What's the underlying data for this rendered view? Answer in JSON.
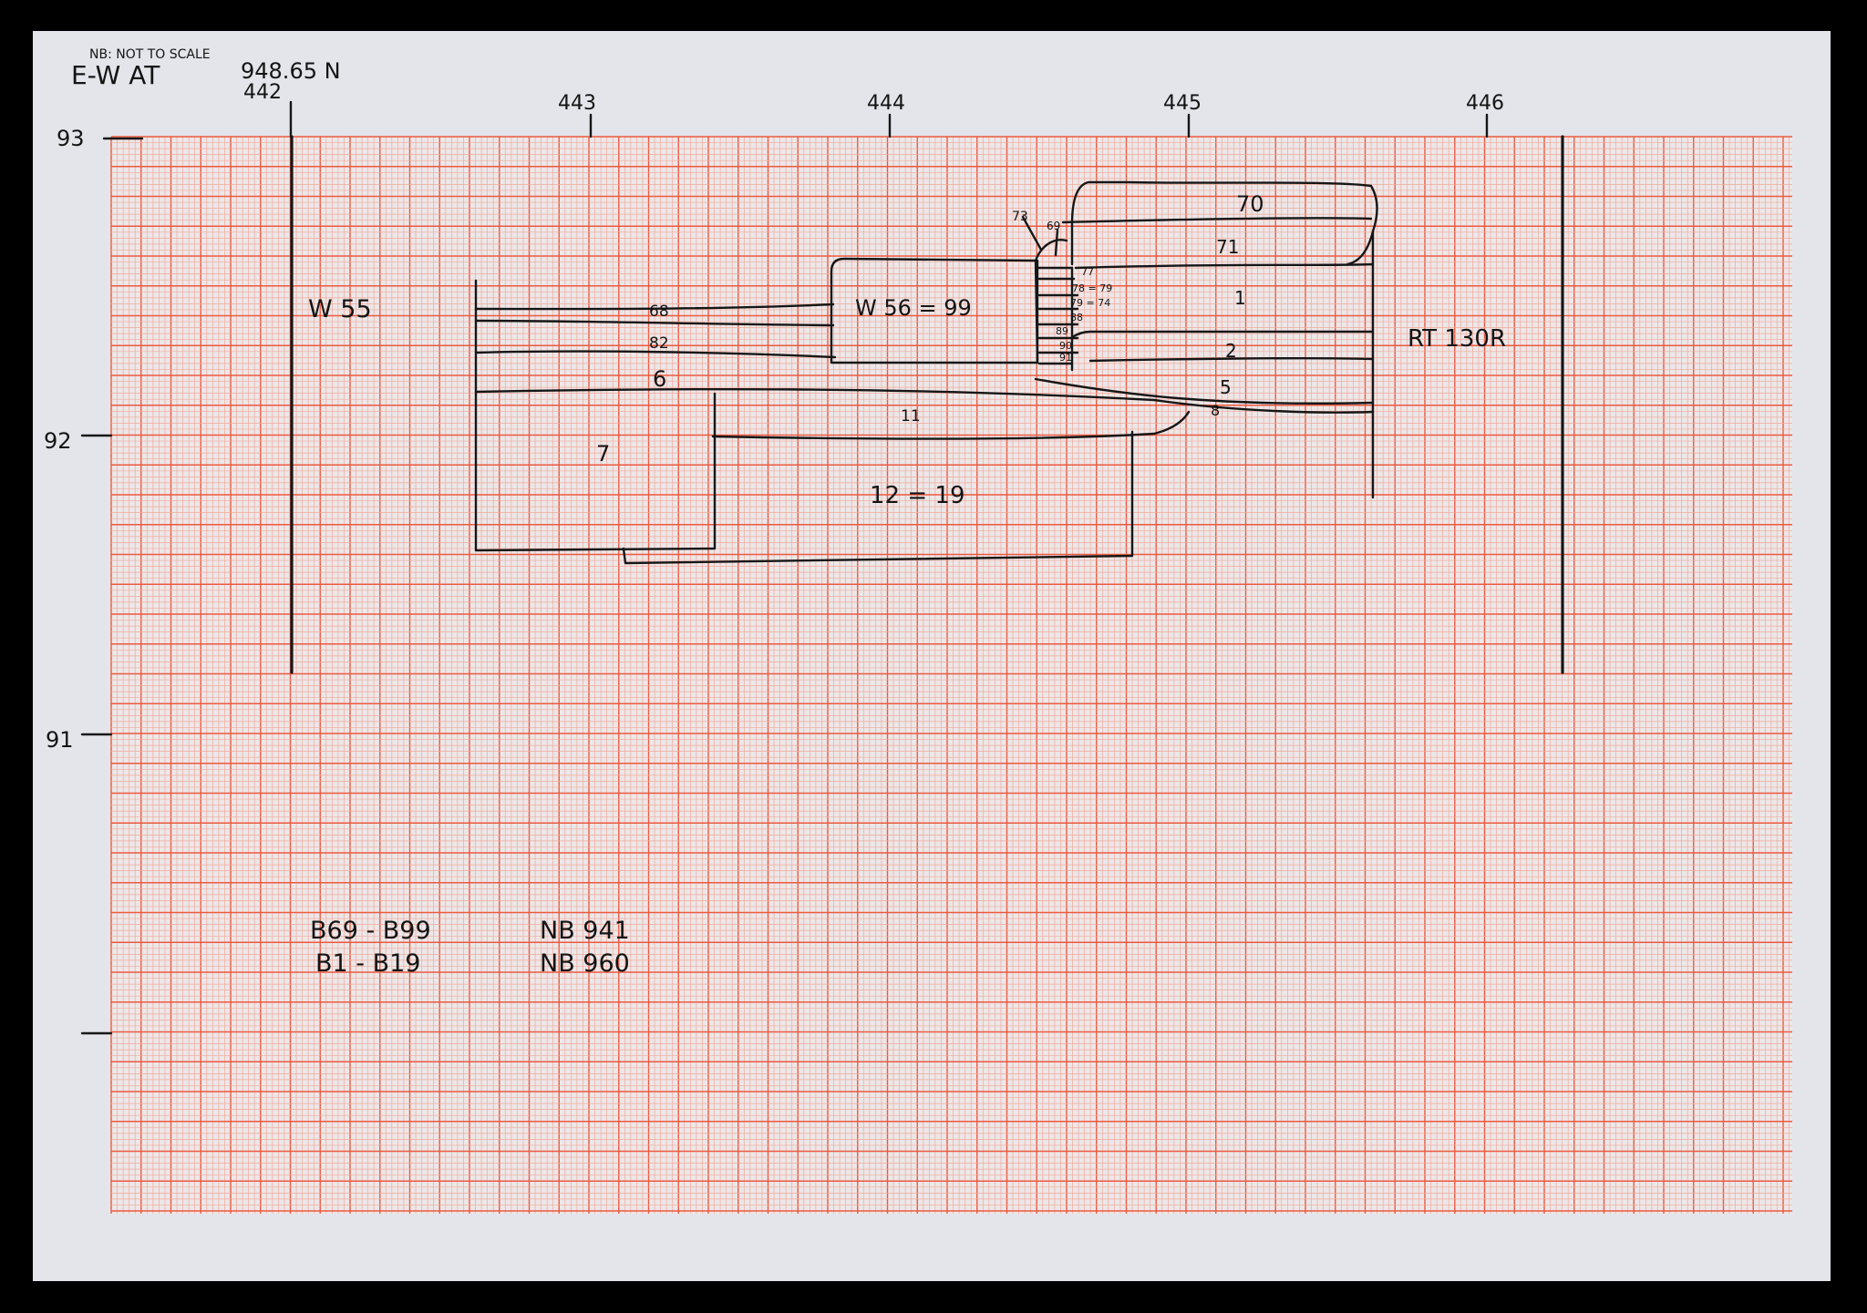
{
  "header": {
    "scale_note": "NB: NOT TO SCALE",
    "section_title": "E-W AT",
    "northing": "948.65 N"
  },
  "axes": {
    "x_ticks": [
      "442",
      "443",
      "444",
      "445",
      "446"
    ],
    "y_ticks": [
      "93",
      "92",
      "91"
    ]
  },
  "labels": {
    "w55": "W 55",
    "w56": "W 56 = 99",
    "rt": "RT 130R",
    "c68": "68",
    "c82": "82",
    "c6": "6",
    "c7": "7",
    "c11": "11",
    "c12": "12 = 19",
    "c70": "70",
    "c71": "71",
    "c1": "1",
    "c2": "2",
    "c5": "5",
    "c8": "8",
    "c73": "73",
    "c69": "69",
    "c77": "77",
    "c78": "78 = 79",
    "c79": "79 = 74",
    "c88": "88",
    "c89": "89",
    "c90": "90",
    "c91": "91"
  },
  "notes": {
    "bags_1": "B69 - B99",
    "bags_2": "B1 - B19",
    "nb_1": "NB 941",
    "nb_2": "NB 960"
  },
  "colors": {
    "paper": "#e4e5ea",
    "grid_minor": "#f2a99b",
    "grid_major": "#ec5a41",
    "ink": "#161616"
  }
}
